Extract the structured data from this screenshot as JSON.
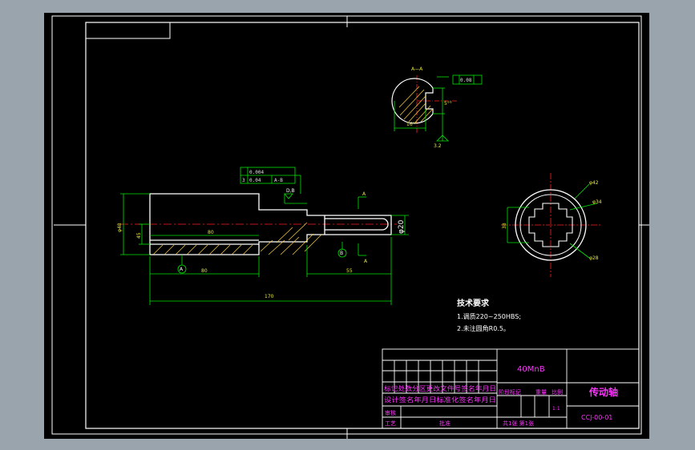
{
  "colors": {
    "background": "#9aa4ac",
    "canvas": "#000000",
    "outline": "#ffffff",
    "dimension": "#00e600",
    "centerline": "#ff2020",
    "hatch": "#ffd040",
    "title_text": "#ff33ff",
    "notes_text": "#ffffff"
  },
  "section_view": {
    "label": "A—A",
    "tolerance_value": "0.08",
    "width_dim": "16°°",
    "depth_dim": "5°°",
    "roughness": "3.2"
  },
  "main_view": {
    "tolerance_frame": {
      "row1_value": "0.004",
      "row2_symbol": "3",
      "row2_value": "0.04",
      "row2_datum": "A-B"
    },
    "datum_label": "D,B",
    "section_mark": "A",
    "dia_left": "φ48",
    "dia_small": "45",
    "dia_right": "φ20",
    "dim_inner": "80",
    "dim_lower": "80",
    "dim_right": "55",
    "dim_total": "170",
    "circle_a": "A",
    "circle_b": "B"
  },
  "end_view": {
    "dia_outer": "φ42",
    "dia_mid": "φ34",
    "dia_inner": "φ28",
    "side_dim": "38"
  },
  "notes": {
    "title": "技术要求",
    "line1": "1.调质220~250HBS;",
    "line2": "2.未注圆角R0.5。"
  },
  "title_block": {
    "material": "40MnB",
    "part_name": "传动轴",
    "drawing_no": "CCJ-00-01",
    "row_revision": "标记处数分区更改文件号签名年月日",
    "row_design": "设计签名年月日标准化签名年月日",
    "row_review": "审核",
    "row_process": "工艺",
    "approve": "批准",
    "stage_mark": "阶段标记",
    "weight": "重量",
    "scale": "比例",
    "scale_value": "1:1",
    "sheets": "共1张 第1张"
  }
}
